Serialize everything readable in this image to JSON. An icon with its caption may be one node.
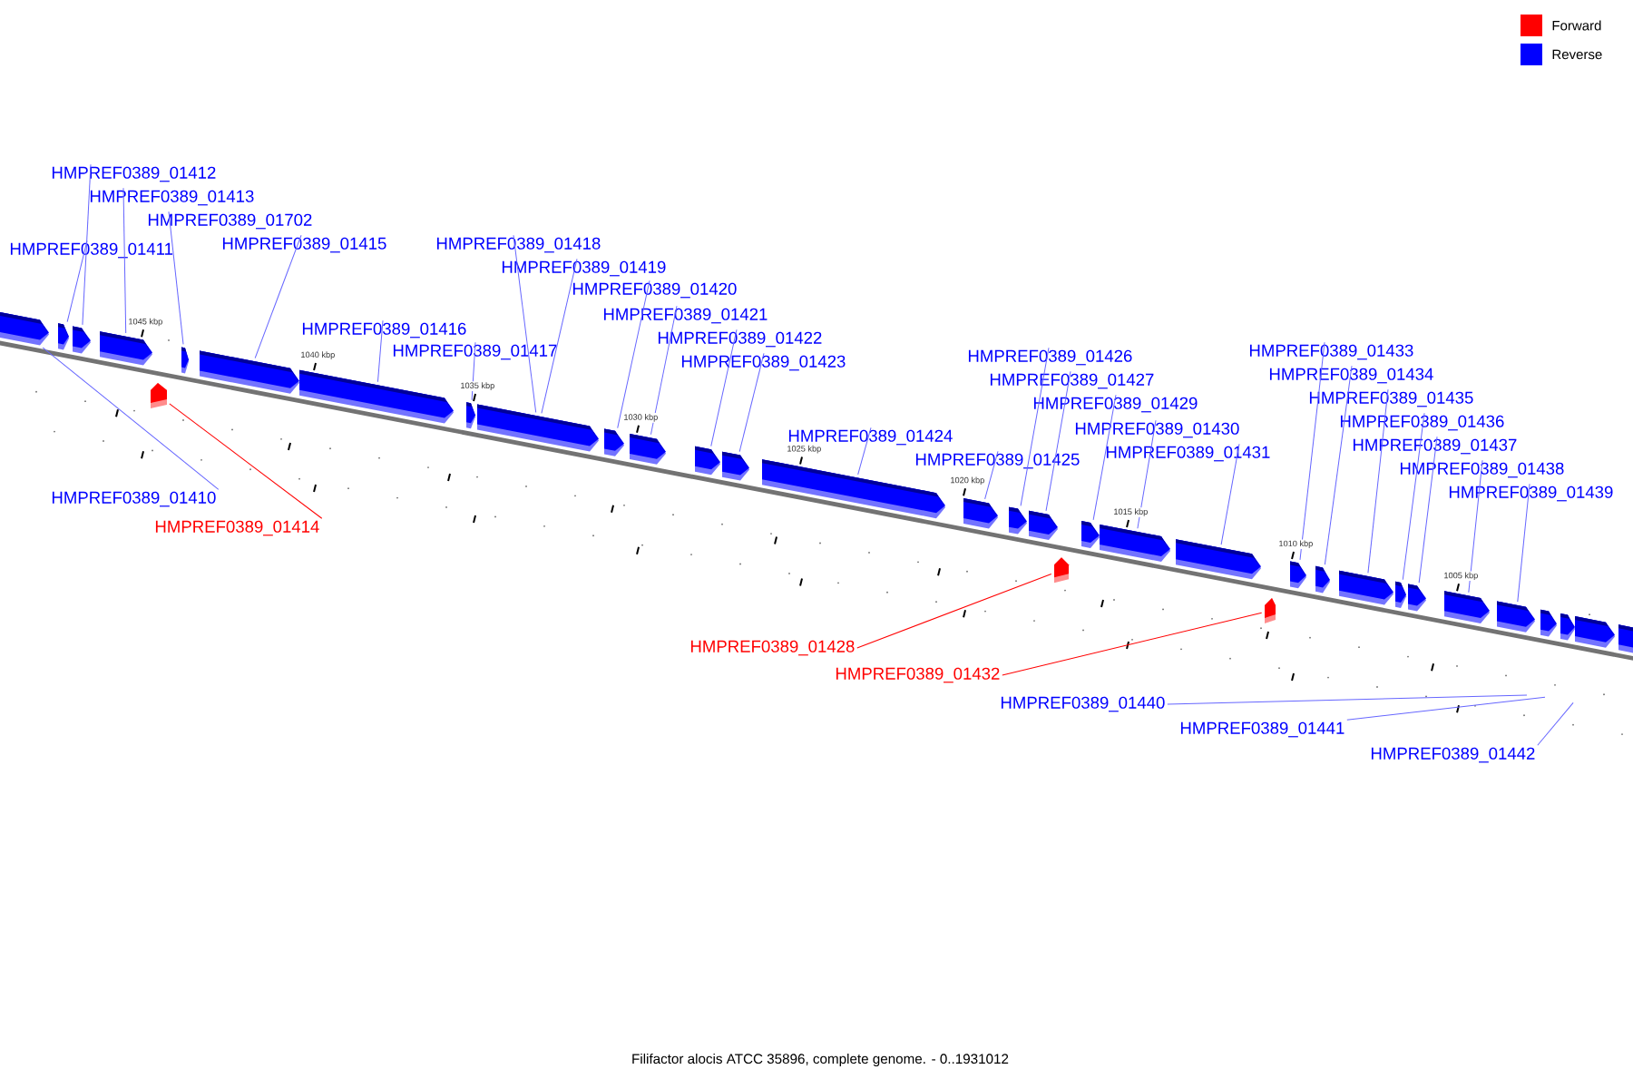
{
  "diagram": {
    "caption": "Filifactor alocis ATCC 35896, complete genome. - 0..1931012",
    "nodes": [
      {
        "text": [
          "HMPREF0389_01412"
        ]
      },
      {
        "text": [
          "HMPREF0389_01413"
        ]
      },
      {
        "text": [
          "HMPREF0389_01702"
        ]
      },
      {
        "text": [
          "HMPREF0389_01411"
        ]
      },
      {
        "text": [
          "HMPREF0389_01415"
        ]
      },
      {
        "text": [
          "HMPREF0389_01418"
        ]
      },
      {
        "text": [
          "HMPREF0389_01419"
        ]
      },
      {
        "text": [
          "HMPREF0389_01420"
        ]
      },
      {
        "text": [
          "HMPREF0389_01416"
        ]
      },
      {
        "text": [
          "HMPREF0389_01421"
        ]
      },
      {
        "text": [
          "HMPREF0389_01417"
        ]
      },
      {
        "text": [
          "HMPREF0389_01422"
        ]
      },
      {
        "text": [
          "HMPREF0389_01423"
        ]
      },
      {
        "text": [
          "HMPREF0389_01433"
        ]
      },
      {
        "text": [
          "HMPREF0389_01426"
        ]
      },
      {
        "text": [
          "HMPREF0389_01434"
        ]
      },
      {
        "text": [
          "HMPREF0389_01427"
        ]
      },
      {
        "text": [
          "HMPREF0389_01435"
        ]
      },
      {
        "text": [
          "HMPREF0389_01429"
        ]
      },
      {
        "text": [
          "HMPREF0389_01436"
        ]
      },
      {
        "text": [
          "HMPREF0389_01430"
        ]
      },
      {
        "text": [
          "HMPREF0389_01424"
        ]
      },
      {
        "text": [
          "HMPREF0389_01437"
        ]
      },
      {
        "text": [
          "HMPREF0389_01431"
        ]
      },
      {
        "text": [
          "HMPREF0389_01425"
        ]
      },
      {
        "text": [
          "HMPREF0389_01438"
        ]
      },
      {
        "text": [
          "HMPREF0389_01439"
        ]
      },
      {
        "text": [
          "HMPREF0389_01410"
        ]
      },
      {
        "text": [
          "HMPREF0389_01414"
        ]
      },
      {
        "text": [
          "HMPREF0389_01428"
        ]
      },
      {
        "text": [
          "HMPREF0389_01432"
        ]
      },
      {
        "text": [
          "HMPREF0389_01440"
        ]
      },
      {
        "text": [
          "HMPREF0389_01441"
        ]
      },
      {
        "text": [
          "HMPREF0389_01442"
        ]
      },
      {
        "text": [],
        "shape": "bar"
      },
      {
        "text": [],
        "shape": "bar"
      },
      {
        "text": [],
        "shape": "bar"
      },
      {
        "text": [],
        "shape": "bar"
      },
      {
        "text": [],
        "shape": "bar"
      },
      {
        "text": [],
        "shape": "bar"
      },
      {
        "text": [],
        "shape": "bar"
      },
      {
        "text": [],
        "shape": "bar"
      },
      {
        "text": [],
        "shape": "bar"
      },
      {
        "text": [],
        "shape": "bar"
      },
      {
        "text": [],
        "shape": "bar"
      },
      {
        "text": [],
        "shape": "bar"
      },
      {
        "text": [],
        "shape": "bar"
      },
      {
        "text": [],
        "shape": "bar"
      },
      {
        "text": [],
        "shape": "bar"
      },
      {
        "text": [],
        "shape": "bar"
      },
      {
        "text": [],
        "shape": "bar"
      },
      {
        "text": [],
        "shape": "bar"
      },
      {
        "text": [],
        "shape": "bar"
      },
      {
        "text": [],
        "shape": "bar"
      },
      {
        "text": [],
        "shape": "bar"
      },
      {
        "text": [],
        "shape": "bar"
      },
      {
        "text": [],
        "shape": "bar"
      },
      {
        "text": [],
        "shape": "bar"
      },
      {
        "text": [],
        "shape": "bar"
      },
      {
        "text": [],
        "shape": "bar"
      },
      {
        "text": [],
        "shape": "bar"
      },
      {
        "text": [],
        "shape": "bar"
      },
      {
        "text": [],
        "shape": "bar"
      },
      {
        "text": [],
        "shape": "bar"
      },
      {
        "text": [],
        "shape": "bar"
      },
      {
        "text": [],
        "shape": "bar"
      },
      {
        "text": [],
        "shape": "bar"
      },
      {
        "text": [],
        "shape": "bar"
      }
    ],
    "edges": [
      {
        "from": 0,
        "to": 36,
        "arrow": "none"
      },
      {
        "from": 1,
        "to": 37,
        "arrow": "none"
      },
      {
        "from": 2,
        "to": 38,
        "arrow": "none"
      },
      {
        "from": 3,
        "to": 35,
        "arrow": "none"
      },
      {
        "from": 4,
        "to": 39,
        "arrow": "none"
      },
      {
        "from": 5,
        "to": 42,
        "arrow": "none"
      },
      {
        "from": 6,
        "to": 42,
        "arrow": "none"
      },
      {
        "from": 7,
        "to": 43,
        "arrow": "none"
      },
      {
        "from": 8,
        "to": 40,
        "arrow": "none"
      },
      {
        "from": 9,
        "to": 44,
        "arrow": "none"
      },
      {
        "from": 10,
        "to": 41,
        "arrow": "none"
      },
      {
        "from": 11,
        "to": 45,
        "arrow": "none"
      },
      {
        "from": 12,
        "to": 46,
        "arrow": "none"
      },
      {
        "from": 13,
        "to": 54,
        "arrow": "none"
      },
      {
        "from": 14,
        "to": 49,
        "arrow": "none"
      },
      {
        "from": 15,
        "to": 55,
        "arrow": "none"
      },
      {
        "from": 16,
        "to": 50,
        "arrow": "none"
      },
      {
        "from": 17,
        "to": 56,
        "arrow": "none"
      },
      {
        "from": 18,
        "to": 51,
        "arrow": "none"
      },
      {
        "from": 19,
        "to": 57,
        "arrow": "none"
      },
      {
        "from": 20,
        "to": 52,
        "arrow": "none"
      },
      {
        "from": 21,
        "to": 47,
        "arrow": "none"
      },
      {
        "from": 22,
        "to": 58,
        "arrow": "none"
      },
      {
        "from": 23,
        "to": 53,
        "arrow": "none"
      },
      {
        "from": 24,
        "to": 48,
        "arrow": "none"
      },
      {
        "from": 25,
        "to": 59,
        "arrow": "none"
      },
      {
        "from": 26,
        "to": 60,
        "arrow": "none"
      },
      {
        "from": 27,
        "to": 34,
        "arrow": "none"
      },
      {
        "from": 28,
        "to": 65,
        "arrow": "none",
        "color": "#ff0000"
      },
      {
        "from": 29,
        "to": 66,
        "arrow": "none",
        "color": "#ff0000"
      },
      {
        "from": 30,
        "to": 67,
        "arrow": "none",
        "color": "#ff0000"
      },
      {
        "from": 31,
        "to": null,
        "arrow": "none"
      },
      {
        "from": 32,
        "to": null,
        "arrow": "none"
      },
      {
        "from": 33,
        "to": null,
        "arrow": "none"
      }
    ],
    "labels": [
      "1045 kbp",
      "1040 kbp",
      "1035 kbp",
      "1030 kbp",
      "1025 kbp",
      "1020 kbp",
      "1015 kbp",
      "1010 kbp",
      "1005 kbp"
    ],
    "legend": [
      {
        "text": "Forward",
        "color": "#ff0000"
      },
      {
        "text": "Reverse",
        "color": "#0000ff"
      }
    ]
  }
}
